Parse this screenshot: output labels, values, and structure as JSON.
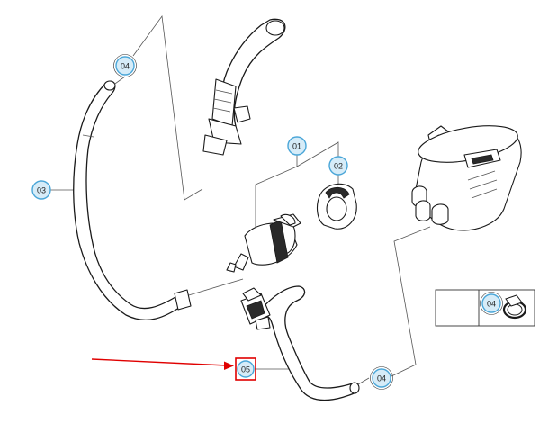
{
  "callouts": {
    "c01": "01",
    "c02": "02",
    "c03": "03",
    "c04_top": "04",
    "c04_legend": "04",
    "c04_bottom": "04",
    "c05": "05"
  },
  "colors": {
    "callout_fill": "#d6ecf8",
    "callout_stroke": "#4aa6d8",
    "highlight_box": "#e00000",
    "arrow": "#e00000"
  },
  "icons": {
    "legend_part": "hose-clamp-icon"
  }
}
